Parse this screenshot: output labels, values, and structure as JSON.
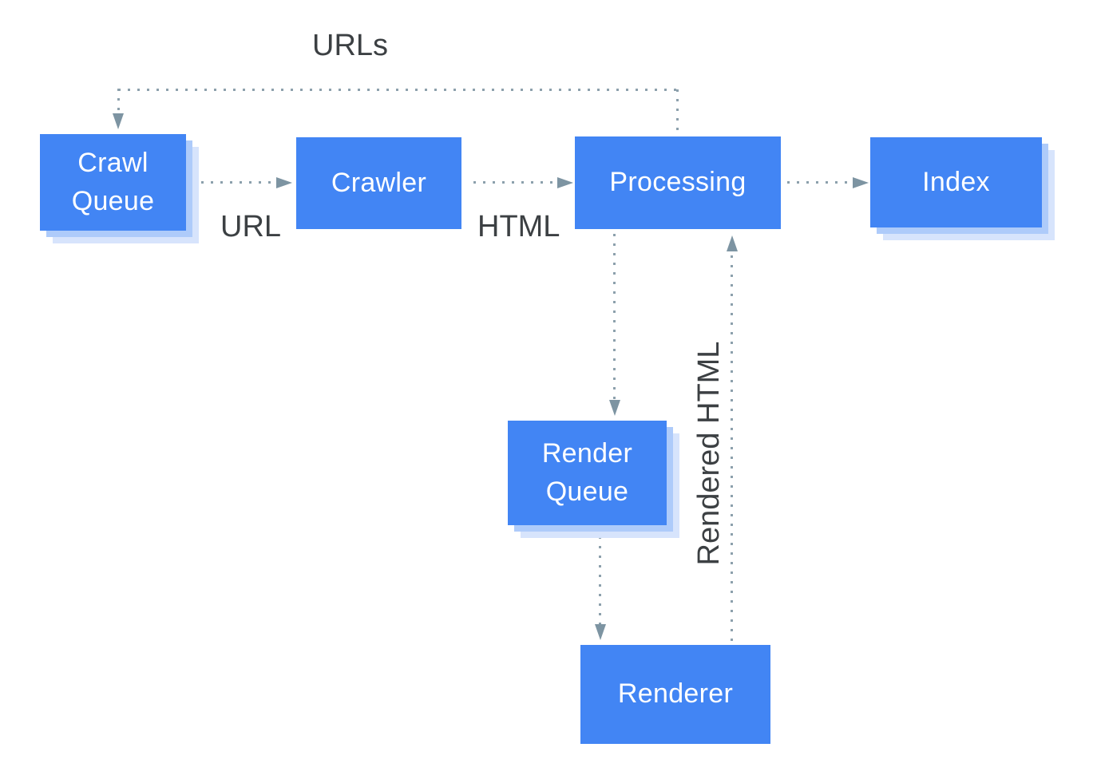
{
  "colors": {
    "node_fill": "#4285f4",
    "node_text": "#ffffff",
    "shadow_mid": "#aecbfa",
    "shadow_light": "#d7e4fc",
    "dot": "#8ca0ac",
    "arrow": "#7d94a2",
    "label_text": "#3c4043",
    "background": "#ffffff"
  },
  "nodes": {
    "crawl_queue": {
      "label": "Crawl\nQueue"
    },
    "crawler": {
      "label": "Crawler"
    },
    "processing": {
      "label": "Processing"
    },
    "index": {
      "label": "Index"
    },
    "render_queue": {
      "label": "Render\nQueue"
    },
    "renderer": {
      "label": "Renderer"
    }
  },
  "edge_labels": {
    "urls": "URLs",
    "url": "URL",
    "html": "HTML",
    "rendered_html": "Rendered HTML"
  },
  "edges": [
    {
      "from": "Crawl Queue",
      "to": "Crawler",
      "label": "URL",
      "style": "dotted"
    },
    {
      "from": "Crawler",
      "to": "Processing",
      "label": "HTML",
      "style": "dotted"
    },
    {
      "from": "Processing",
      "to": "Index",
      "label": "",
      "style": "dotted"
    },
    {
      "from": "Processing",
      "to": "Crawl Queue",
      "label": "URLs",
      "style": "dotted"
    },
    {
      "from": "Processing",
      "to": "Render Queue",
      "label": "",
      "style": "dotted"
    },
    {
      "from": "Render Queue",
      "to": "Renderer",
      "label": "",
      "style": "dotted"
    },
    {
      "from": "Renderer",
      "to": "Processing",
      "label": "Rendered HTML",
      "style": "dotted"
    }
  ]
}
